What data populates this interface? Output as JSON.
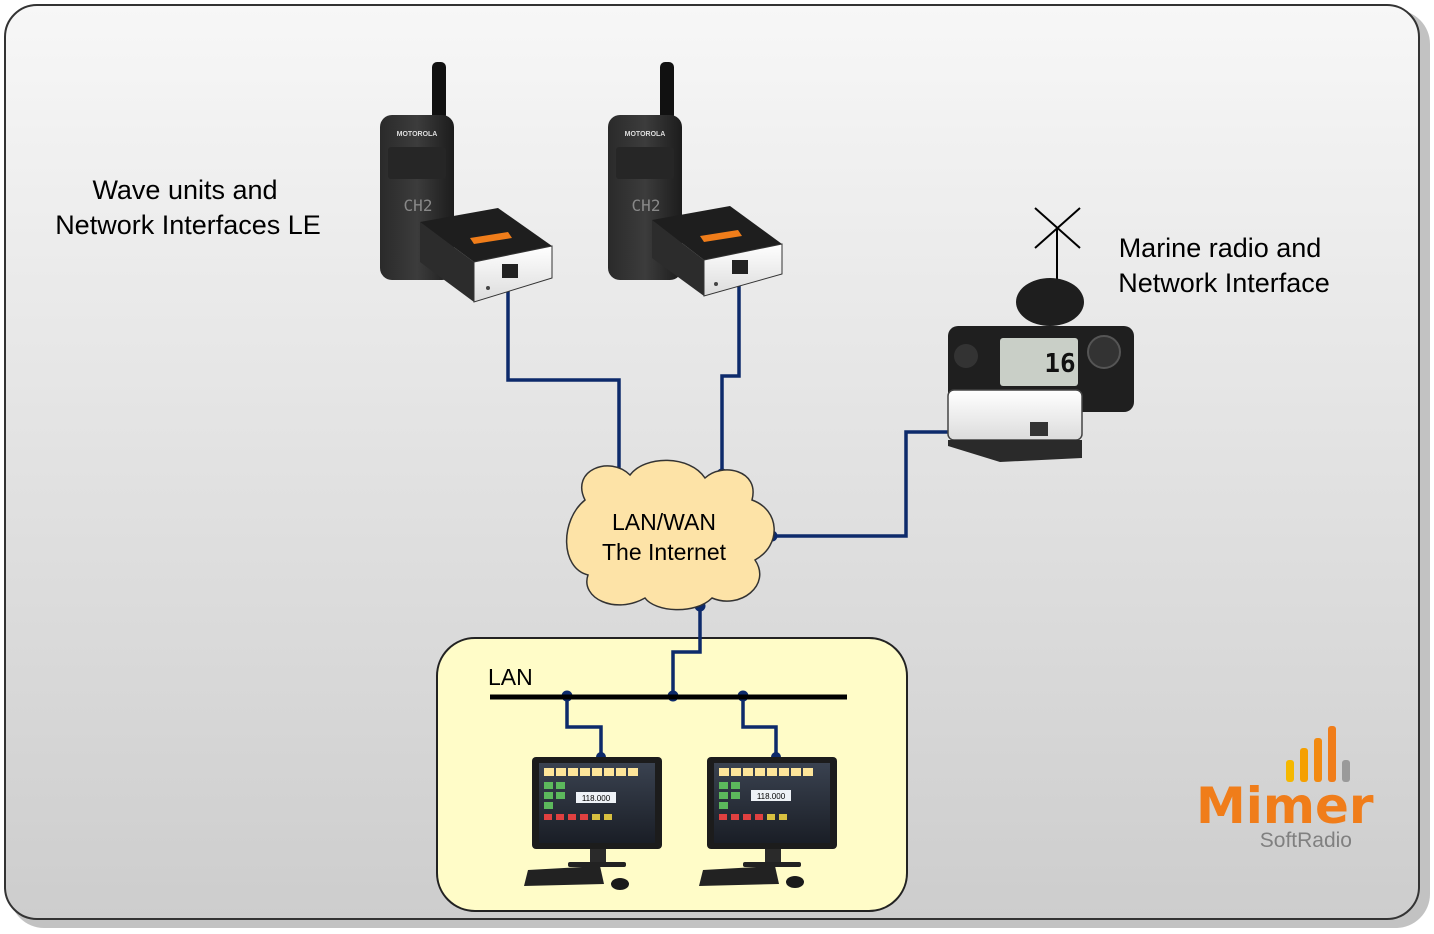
{
  "labels": {
    "wave_units_line1": "Wave units and",
    "wave_units_line2": "Network Interfaces LE",
    "marine_line1": "Marine radio and",
    "marine_line2": "Network Interface",
    "cloud_line1": "LAN/WAN",
    "cloud_line2": "The Internet",
    "lan": "LAN"
  },
  "devices": {
    "radio_brand": "MOTOROLA",
    "radio_channel": "CH2",
    "marine_channel": "16",
    "screen_freq": "118.000"
  },
  "logo": {
    "name": "Mimer",
    "sub": "SoftRadio"
  },
  "colors": {
    "wire": "#0d2a6b",
    "cloud_fill": "#fde3a7",
    "lan_fill": "#fffcc8",
    "logo_orange": "#f07d1a",
    "logo_gray": "#808080"
  }
}
